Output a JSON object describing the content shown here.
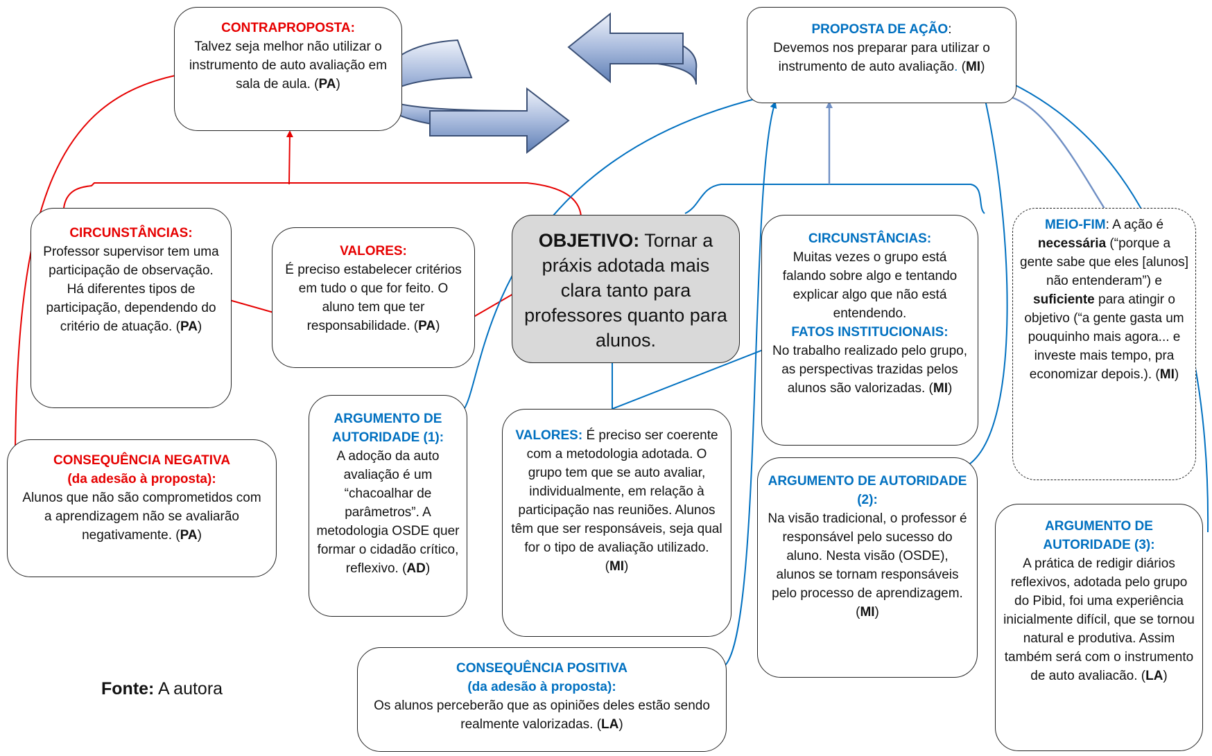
{
  "contraproposta": {
    "title": "CONTRAPROPOSTA:",
    "text": "Talvez seja melhor não utilizar o instrumento de auto avaliação em sala de aula.",
    "tag": "PA"
  },
  "proposta": {
    "title": "PROPOSTA DE AÇÃO",
    "colon": ":",
    "text": "Devemos nos preparar para utilizar o instrumento de auto avaliação",
    "tag": "MI"
  },
  "circunstancias_left": {
    "title": "CIRCUNSTÂNCIAS:",
    "text": "Professor supervisor tem uma participação de observação. Há diferentes tipos de participação, dependendo do critério de atuação.",
    "tag": "PA"
  },
  "valores_left": {
    "title": "VALORES:",
    "text": "É preciso estabelecer critérios em tudo o que for feito. O aluno tem que ter responsabilidade.",
    "tag": "PA"
  },
  "objetivo": {
    "label": "OBJETIVO:",
    "text": "Tornar a práxis adotada mais clara tanto para professores quanto para alunos."
  },
  "circunstancias_right": {
    "title": "CIRCUNSTÂNCIAS:",
    "text": "Muitas vezes o grupo está falando sobre algo e tentando explicar algo que não está entendendo.",
    "title2": "FATOS INSTITUCIONAIS:",
    "text2": "No trabalho realizado pelo grupo, as perspectivas trazidas pelos alunos são valorizadas.",
    "tag": "MI"
  },
  "meio_fim": {
    "title": "MEIO-FIM",
    "t1": ": A ação é ",
    "b1": "necessária",
    "t2": " (“porque a gente sabe que eles [alunos] não entenderam”) e ",
    "b2": "suficiente",
    "t3": " para atingir o objetivo (“a gente gasta um pouquinho mais agora... e investe mais tempo, pra economizar depois.).",
    "tag": "MI"
  },
  "consequencia_negativa": {
    "title": "CONSEQUÊNCIA NEGATIVA",
    "subtitle": "(da adesão à proposta):",
    "text": "Alunos que não são comprometidos com a aprendizagem não se avaliarão negativamente.",
    "tag": "PA"
  },
  "argumento1": {
    "title": "ARGUMENTO DE AUTORIDADE (1):",
    "text": "A adoção da auto avaliação é um “chacoalhar de parâmetros”. A metodologia OSDE quer formar o cidadão crítico, reflexivo.",
    "tag": "AD"
  },
  "valores_center": {
    "title": "VALORES:",
    "text": "É preciso ser coerente com a metodologia adotada. O grupo tem que se auto avaliar, individualmente, em relação à participação nas reuniões. Alunos têm que ser responsáveis, seja qual for o tipo de avaliação utilizado.",
    "tag": "MI"
  },
  "argumento2": {
    "title": "ARGUMENTO DE AUTORIDADE (2):",
    "text": "Na visão tradicional, o professor é responsável pelo sucesso do aluno. Nesta visão (OSDE), alunos se tornam responsáveis pelo processo de aprendizagem.",
    "tag": "MI"
  },
  "argumento3": {
    "title": "ARGUMENTO DE AUTORIDADE (3):",
    "text": "A prática de redigir diários reflexivos, adotada pelo grupo do Pibid, foi uma experiência inicialmente difícil, que se tornou natural e produtiva. Assim também será com o instrumento de auto avaliacão.",
    "tag": "LA"
  },
  "consequencia_positiva": {
    "title": "CONSEQUÊNCIA POSITIVA",
    "subtitle": "(da adesão à proposta):",
    "text": "Os alunos perceberão que as opiniões deles estão sendo realmente valorizadas.",
    "tag": "LA"
  },
  "fonte": {
    "label": "Fonte:",
    "text": " A autora"
  },
  "colors": {
    "red": "#e60000",
    "blue": "#0070c0",
    "steel": "#6f8fc4",
    "objective_bg": "#d9d9d9"
  }
}
